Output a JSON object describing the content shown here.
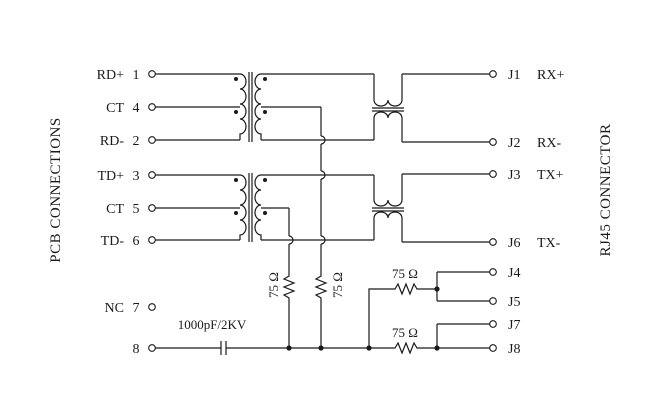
{
  "left_pins": [
    {
      "name": "RD+",
      "num": "1"
    },
    {
      "name": "CT",
      "num": "4"
    },
    {
      "name": "RD-",
      "num": "2"
    },
    {
      "name": "TD+",
      "num": "3"
    },
    {
      "name": "CT",
      "num": "5"
    },
    {
      "name": "TD-",
      "num": "6"
    },
    {
      "name": "NC",
      "num": "7"
    },
    {
      "name": "",
      "num": "8"
    }
  ],
  "right_pins": [
    {
      "jack": "J1",
      "signal": "RX+"
    },
    {
      "jack": "J2",
      "signal": "RX-"
    },
    {
      "jack": "J3",
      "signal": "TX+"
    },
    {
      "jack": "J6",
      "signal": "TX-"
    },
    {
      "jack": "J4",
      "signal": ""
    },
    {
      "jack": "J5",
      "signal": ""
    },
    {
      "jack": "J7",
      "signal": ""
    },
    {
      "jack": "J8",
      "signal": ""
    }
  ],
  "resistors": {
    "r1": "75 Ω",
    "r2": "75 Ω",
    "r3": "75 Ω",
    "r4": "75 Ω"
  },
  "capacitor": "1000pF/2KV",
  "side_labels": {
    "left": "PCB CONNECTIONS",
    "right": "RJ45 CONNECTOR"
  }
}
